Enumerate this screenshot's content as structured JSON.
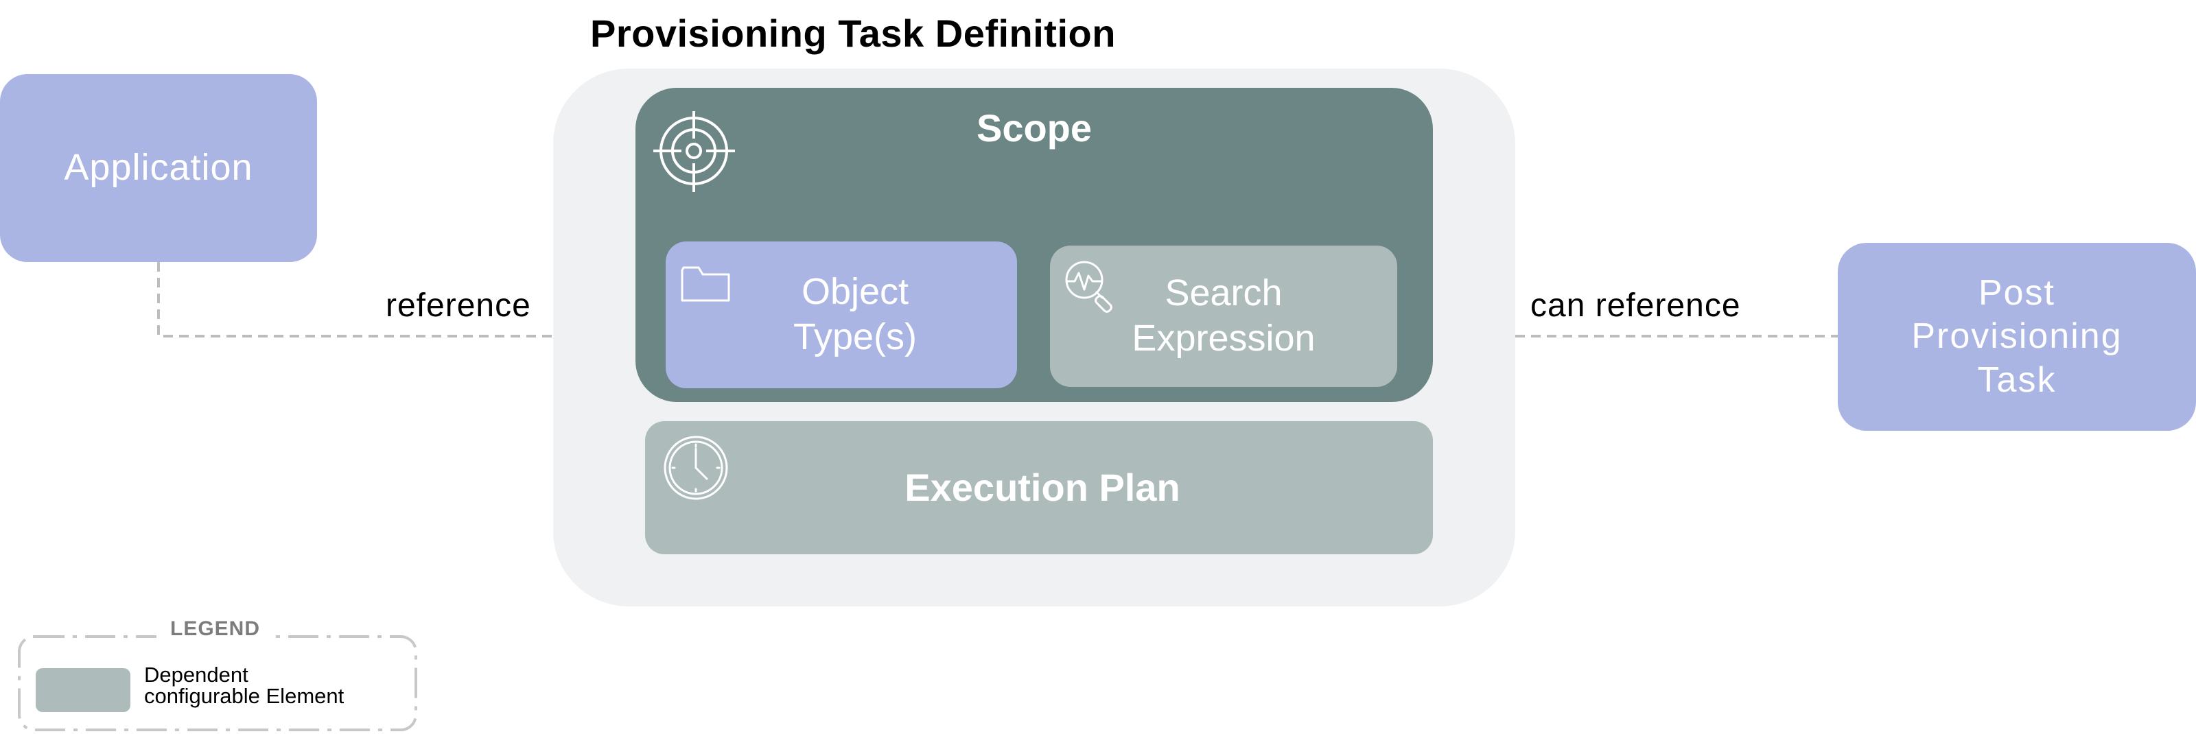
{
  "title": "Provisioning Task Definition",
  "nodes": {
    "application": "Application",
    "scope": "Scope",
    "object_types": "Object\nType(s)",
    "search_expression": "Search\nExpression",
    "execution_plan": "Execution Plan",
    "post_provisioning_task": "Post\nProvisioning\nTask"
  },
  "edges": {
    "left_label": "reference",
    "right_label": "can reference"
  },
  "legend": {
    "title": "LEGEND",
    "item_label": "Dependent\nconfigurable Element"
  },
  "colors": {
    "lavender": "#abb5e4",
    "gray_green": "#adbcbb",
    "dark_teal": "#6c8685",
    "container": "#f0f1f2"
  },
  "icons": {
    "scope": "target-icon",
    "object_types": "folder-icon",
    "search_expression": "search-analysis-icon",
    "execution_plan": "clock-icon"
  }
}
